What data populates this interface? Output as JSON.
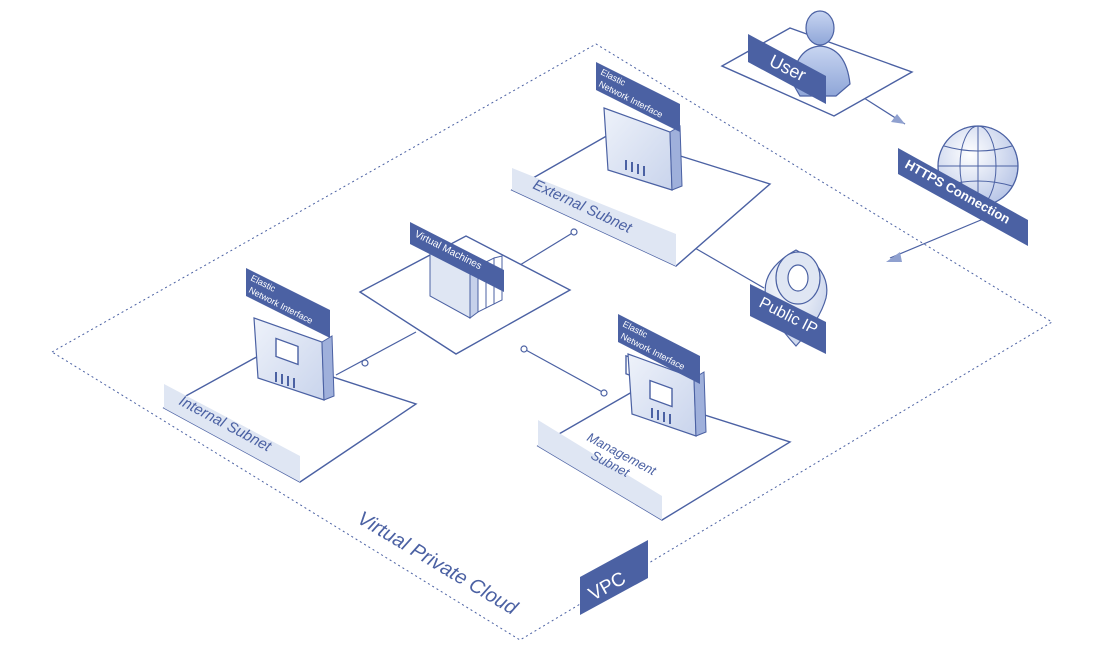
{
  "diagram": {
    "vpc_region_label": "Virtual Private Cloud",
    "vpc_badge": "VPC",
    "user_label": "User",
    "https_label": "HTTPS Connection",
    "public_ip_label": "Public IP",
    "vm_label": "Virtual Machines",
    "external_subnet": {
      "label": "External Subnet",
      "eni_line1": "Elastic",
      "eni_line2": "Network Interface"
    },
    "internal_subnet": {
      "label": "Internal Subnet",
      "eni_line1": "Elastic",
      "eni_line2": "Network Interface"
    },
    "management_subnet": {
      "label_line1": "Management",
      "label_line2": "Subnet",
      "eni_line1": "Elastic",
      "eni_line2": "Network Interface"
    }
  },
  "colors": {
    "primary": "#4b61a3",
    "light": "#dfe6f3",
    "panel": "#f4f6fb"
  },
  "icons": [
    "user-icon",
    "globe-icon",
    "location-pin-icon",
    "eni-card-icon",
    "server-stack-icon"
  ]
}
